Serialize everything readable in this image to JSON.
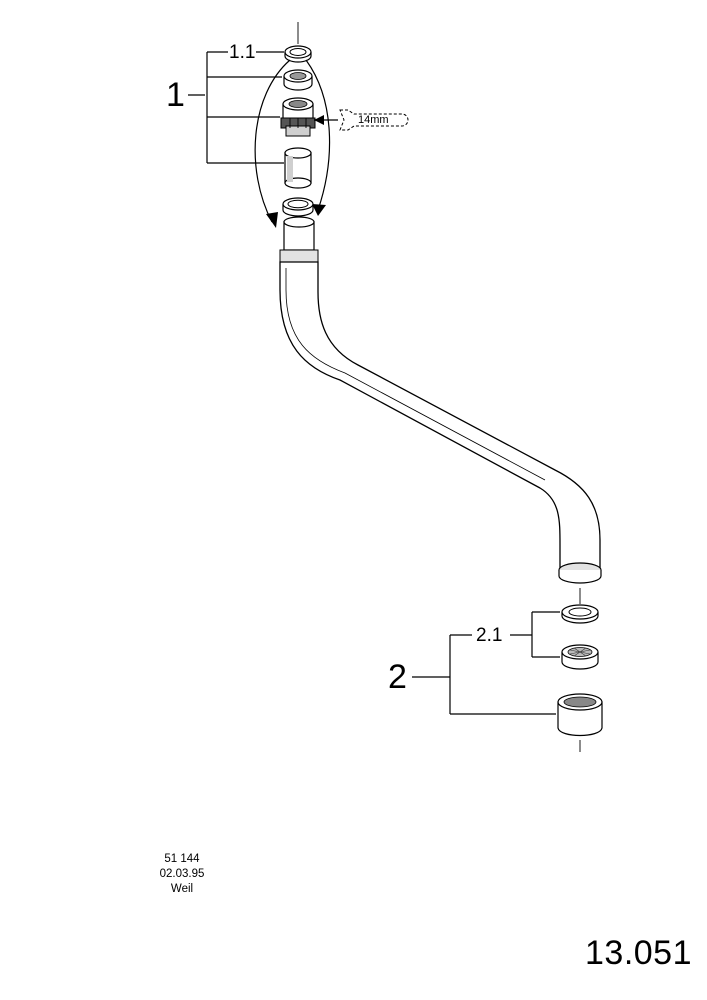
{
  "labels": {
    "part_1": "1",
    "part_1_1": "1.1",
    "part_2": "2",
    "part_2_1": "2.1",
    "tool_size": "14mm"
  },
  "doc_meta": {
    "number": "51 144",
    "date": "02.03.95",
    "author": "Weil"
  },
  "page_number": "13.051"
}
